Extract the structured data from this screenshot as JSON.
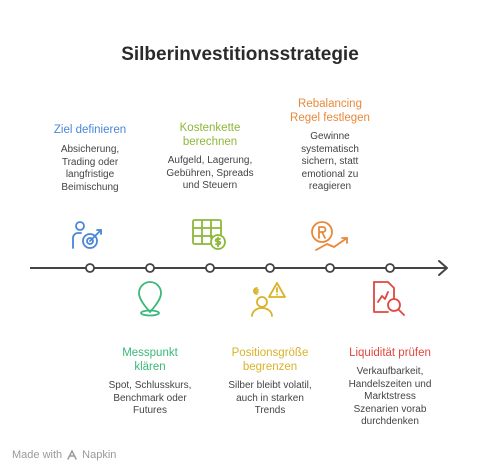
{
  "title": "Silberinvestitionsstrategie",
  "colors": {
    "blue": "#4a86d8",
    "green": "#3bb87a",
    "lime": "#8db83a",
    "yellow": "#d9b22a",
    "orange": "#e8893a",
    "red": "#e0473f",
    "line": "#444444"
  },
  "steps": [
    {
      "title": "Ziel definieren",
      "desc": "Absicherung,\nTrading oder\nlangfristige\nBeimischung",
      "icon": "target-person-icon"
    },
    {
      "title": "Messpunkt\nklären",
      "desc": "Spot, Schlusskurs,\nBenchmark oder\nFutures",
      "icon": "location-pin-icon"
    },
    {
      "title": "Kostenkette\nberechnen",
      "desc": "Aufgeld, Lagerung,\nGebühren, Spreads\nund Steuern",
      "icon": "spreadsheet-dollar-icon"
    },
    {
      "title": "Positionsgröße\nbegrenzen",
      "desc": "Silber bleibt volatil,\nauch in starken\nTrends",
      "icon": "person-warning-icon"
    },
    {
      "title": "Rebalancing\nRegel festlegen",
      "desc": "Gewinne\nsystematisch\nsichern, statt\nemotional zu\nreagieren",
      "icon": "coin-growth-icon"
    },
    {
      "title": "Liquidität prüfen",
      "desc": "Verkaufbarkeit,\nHandelszeiten und\nMarktstress\nSzenarien vorab\ndurchdenken",
      "icon": "chart-search-icon"
    }
  ],
  "footer": {
    "prefix": "Made with",
    "brand": "Napkin"
  }
}
